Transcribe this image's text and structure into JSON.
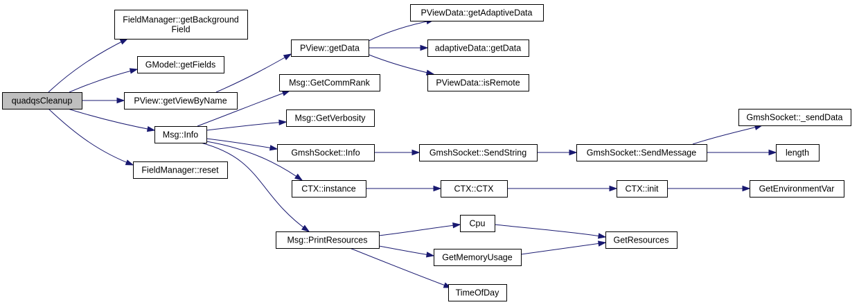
{
  "graph": {
    "nodes": [
      {
        "id": "quadqsCleanup",
        "lines": [
          "quadqsCleanup"
        ],
        "root": true
      },
      {
        "id": "fm_getbg",
        "lines": [
          "FieldManager::getBackground",
          "Field"
        ]
      },
      {
        "id": "gmodel_getfields",
        "lines": [
          "GModel::getFields"
        ]
      },
      {
        "id": "pview_getviewbyname",
        "lines": [
          "PView::getViewByName"
        ]
      },
      {
        "id": "msg_info",
        "lines": [
          "Msg::Info"
        ]
      },
      {
        "id": "fm_reset",
        "lines": [
          "FieldManager::reset"
        ]
      },
      {
        "id": "pview_getdata",
        "lines": [
          "PView::getData"
        ]
      },
      {
        "id": "msg_getcommrank",
        "lines": [
          "Msg::GetCommRank"
        ]
      },
      {
        "id": "msg_getverbosity",
        "lines": [
          "Msg::GetVerbosity"
        ]
      },
      {
        "id": "gmshsocket_info",
        "lines": [
          "GmshSocket::Info"
        ]
      },
      {
        "id": "ctx_instance",
        "lines": [
          "CTX::instance"
        ]
      },
      {
        "id": "msg_printresources",
        "lines": [
          "Msg::PrintResources"
        ]
      },
      {
        "id": "pviewdata_getadaptivedata",
        "lines": [
          "PViewData::getAdaptiveData"
        ]
      },
      {
        "id": "adaptivedata_getdata",
        "lines": [
          "adaptiveData::getData"
        ]
      },
      {
        "id": "pviewdata_isremote",
        "lines": [
          "PViewData::isRemote"
        ]
      },
      {
        "id": "gmshsocket_sendstring",
        "lines": [
          "GmshSocket::SendString"
        ]
      },
      {
        "id": "ctx_ctx",
        "lines": [
          "CTX::CTX"
        ]
      },
      {
        "id": "cpu",
        "lines": [
          "Cpu"
        ]
      },
      {
        "id": "getmemoryusage",
        "lines": [
          "GetMemoryUsage"
        ]
      },
      {
        "id": "timeofday",
        "lines": [
          "TimeOfDay"
        ]
      },
      {
        "id": "gmshsocket_sendmessage",
        "lines": [
          "GmshSocket::SendMessage"
        ]
      },
      {
        "id": "ctx_init",
        "lines": [
          "CTX::init"
        ]
      },
      {
        "id": "getresources",
        "lines": [
          "GetResources"
        ]
      },
      {
        "id": "gmshsocket_senddata",
        "lines": [
          "GmshSocket::_sendData"
        ]
      },
      {
        "id": "length",
        "lines": [
          "length"
        ]
      },
      {
        "id": "getenvironmentvar",
        "lines": [
          "GetEnvironmentVar"
        ]
      }
    ],
    "edges": [
      {
        "from": "quadqsCleanup",
        "to": "fm_getbg"
      },
      {
        "from": "quadqsCleanup",
        "to": "gmodel_getfields"
      },
      {
        "from": "quadqsCleanup",
        "to": "pview_getviewbyname"
      },
      {
        "from": "quadqsCleanup",
        "to": "msg_info"
      },
      {
        "from": "quadqsCleanup",
        "to": "fm_reset"
      },
      {
        "from": "pview_getviewbyname",
        "to": "pview_getdata"
      },
      {
        "from": "pview_getdata",
        "to": "pviewdata_getadaptivedata"
      },
      {
        "from": "pview_getdata",
        "to": "adaptivedata_getdata"
      },
      {
        "from": "pview_getdata",
        "to": "pviewdata_isremote"
      },
      {
        "from": "msg_info",
        "to": "msg_getcommrank"
      },
      {
        "from": "msg_info",
        "to": "msg_getverbosity"
      },
      {
        "from": "msg_info",
        "to": "gmshsocket_info"
      },
      {
        "from": "msg_info",
        "to": "ctx_instance"
      },
      {
        "from": "msg_info",
        "to": "msg_printresources"
      },
      {
        "from": "gmshsocket_info",
        "to": "gmshsocket_sendstring"
      },
      {
        "from": "gmshsocket_sendstring",
        "to": "gmshsocket_sendmessage"
      },
      {
        "from": "gmshsocket_sendmessage",
        "to": "gmshsocket_senddata"
      },
      {
        "from": "gmshsocket_sendmessage",
        "to": "length"
      },
      {
        "from": "ctx_instance",
        "to": "ctx_ctx"
      },
      {
        "from": "ctx_ctx",
        "to": "ctx_init"
      },
      {
        "from": "ctx_init",
        "to": "getenvironmentvar"
      },
      {
        "from": "msg_printresources",
        "to": "cpu"
      },
      {
        "from": "msg_printresources",
        "to": "getmemoryusage"
      },
      {
        "from": "msg_printresources",
        "to": "timeofday"
      },
      {
        "from": "cpu",
        "to": "getresources"
      },
      {
        "from": "getmemoryusage",
        "to": "getresources"
      }
    ]
  }
}
